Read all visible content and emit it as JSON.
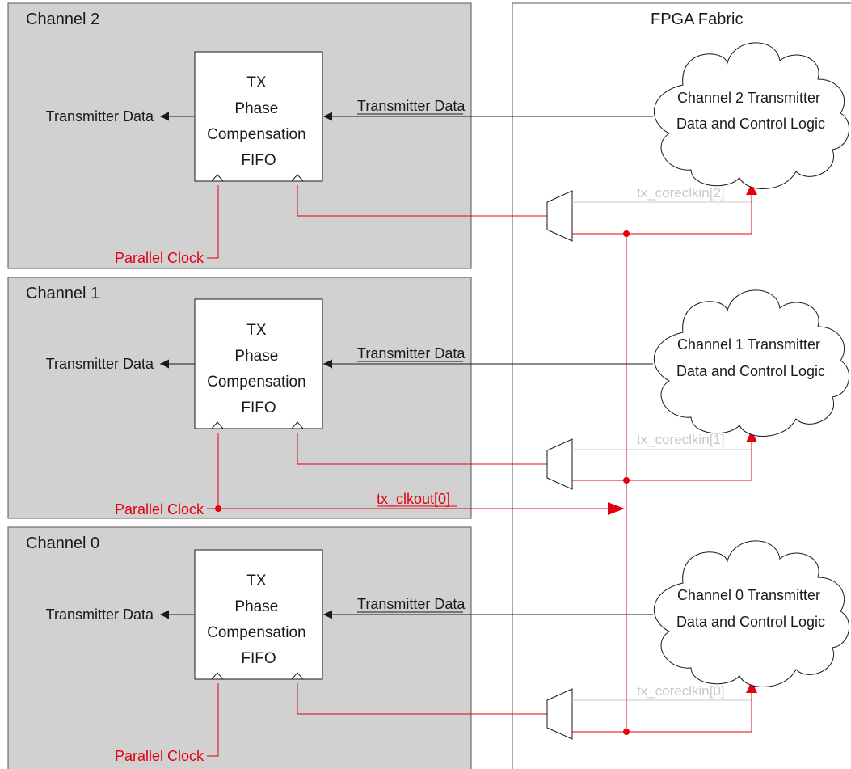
{
  "colors": {
    "channel_fill": "#d1d1d1",
    "clock_red": "#e3000f",
    "inactive_gray": "#c8c8c8",
    "line_black": "#1a1a1a"
  },
  "fabric": {
    "title": "FPGA Fabric"
  },
  "channels": [
    {
      "title": "Channel 2",
      "fifo_lines": [
        "TX",
        "Phase",
        "Compensation",
        "FIFO"
      ],
      "out_label": "Transmitter Data",
      "in_label": "Transmitter Data",
      "clock_label": "Parallel Clock",
      "logic_lines": [
        "Channel 2 Transmitter",
        "Data and Control Logic"
      ],
      "coreclk_label": "tx_coreclkin[2]"
    },
    {
      "title": "Channel 1",
      "fifo_lines": [
        "TX",
        "Phase",
        "Compensation",
        "FIFO"
      ],
      "out_label": "Transmitter Data",
      "in_label": "Transmitter Data",
      "clock_label": "Parallel Clock",
      "logic_lines": [
        "Channel 1 Transmitter",
        "Data and Control Logic"
      ],
      "coreclk_label": "tx_coreclkin[1]"
    },
    {
      "title": "Channel 0",
      "fifo_lines": [
        "TX",
        "Phase",
        "Compensation",
        "FIFO"
      ],
      "out_label": "Transmitter Data",
      "in_label": "Transmitter Data",
      "clock_label": "Parallel Clock",
      "logic_lines": [
        "Channel 0 Transmitter",
        "Data and Control Logic"
      ],
      "coreclk_label": "tx_coreclkin[0]"
    }
  ],
  "clkout": {
    "label": "tx_clkout[0]"
  }
}
